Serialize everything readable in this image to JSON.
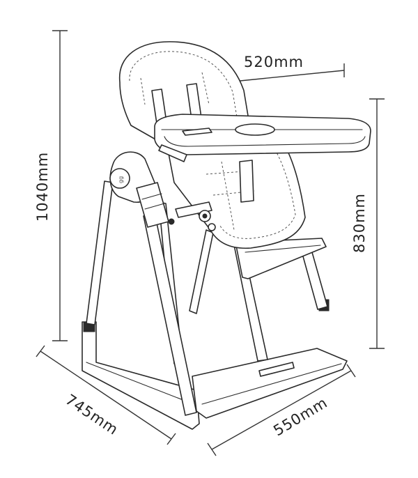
{
  "dimensions": {
    "total_height": "1040mm",
    "tray_height": "830mm",
    "seat_width": "520mm",
    "depth": "745mm",
    "width": "550mm"
  },
  "badge_text": "gg"
}
